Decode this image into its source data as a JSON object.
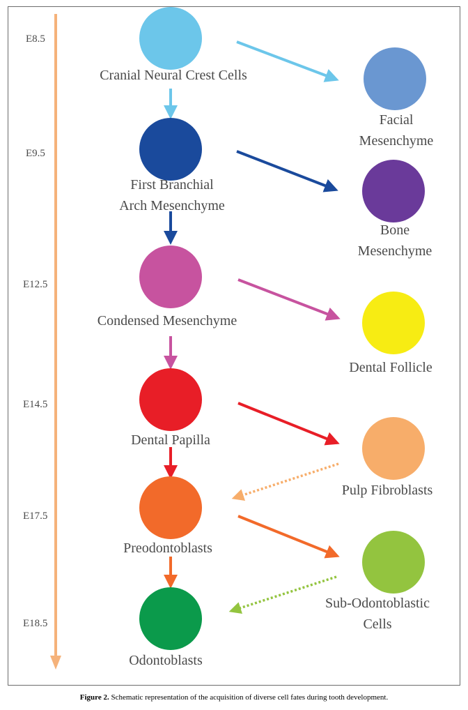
{
  "timeline": {
    "color": "#f5b27a",
    "stages": [
      "E8.5",
      "E9.5",
      "E12.5",
      "E14.5",
      "E17.5",
      "E18.5"
    ]
  },
  "nodes": {
    "cncc": {
      "lines": [
        "Cranial Neural Crest Cells"
      ],
      "color": "#6cc6ea"
    },
    "branchial": {
      "lines": [
        "First Branchial",
        "Arch Mesenchyme"
      ],
      "color": "#1a4a9c"
    },
    "condensed": {
      "lines": [
        "Condensed Mesenchyme"
      ],
      "color": "#c7539f"
    },
    "papilla": {
      "lines": [
        "Dental Papilla"
      ],
      "color": "#e81e27"
    },
    "preodonto": {
      "lines": [
        "Preodontoblasts"
      ],
      "color": "#f26a2a"
    },
    "odonto": {
      "lines": [
        "Odontoblasts"
      ],
      "color": "#0b9a4b"
    },
    "facial": {
      "lines": [
        "Facial",
        "Mesenchyme"
      ],
      "color": "#6a97d1"
    },
    "bone": {
      "lines": [
        "Bone",
        "Mesenchyme"
      ],
      "color": "#6a3a9a"
    },
    "follicle": {
      "lines": [
        "Dental Follicle"
      ],
      "color": "#f7ec13"
    },
    "pulp": {
      "lines": [
        "Pulp Fibroblasts"
      ],
      "color": "#f7ad6a"
    },
    "subodonto": {
      "lines": [
        "Sub-Odontoblastic",
        "Cells"
      ],
      "color": "#93c43f"
    }
  },
  "caption": {
    "label": "Figure 2.",
    "text": " Schematic representation of the acquisition of diverse cell fates during tooth development."
  }
}
